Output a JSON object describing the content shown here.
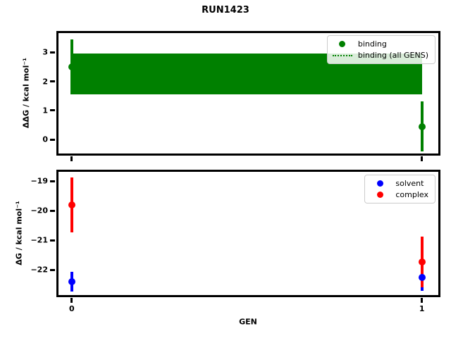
{
  "title": "RUN1423",
  "chart_data": [
    {
      "type": "scatter",
      "ylabel": "ΔΔG / kcal mol⁻¹",
      "xlabel": "",
      "grid": false,
      "legend_position": "top-right",
      "xlim": [
        -0.042,
        1.051
      ],
      "ylim": [
        -0.53,
        3.71
      ],
      "yticks": {
        "values": [
          3,
          2,
          1,
          0
        ],
        "labels": [
          "3",
          "2",
          "1",
          "0"
        ]
      },
      "xticks": {
        "values": [
          0,
          1
        ],
        "labels": [
          "",
          ""
        ]
      },
      "series": [
        {
          "name": "binding",
          "color": "#008000",
          "x": [
            0,
            1
          ],
          "y": [
            2.5,
            0.45
          ],
          "yerr": [
            0.95,
            0.85
          ]
        }
      ],
      "band": {
        "name": "binding (all GENS)",
        "color": "#008000",
        "x1": 0,
        "x2": 1,
        "y1": 1.55,
        "y2": 2.95
      },
      "legend": [
        {
          "label": "binding",
          "glyph": "dot",
          "color": "#008000"
        },
        {
          "label": "binding (all GENS)",
          "glyph": "dotted-line",
          "color": "#008000"
        }
      ]
    },
    {
      "type": "scatter",
      "ylabel": "ΔG / kcal mol⁻¹",
      "xlabel": "GEN",
      "grid": false,
      "legend_position": "top-right",
      "xlim": [
        -0.042,
        1.051
      ],
      "ylim": [
        -22.9,
        -18.64
      ],
      "yticks": {
        "values": [
          -19,
          -20,
          -21,
          -22
        ],
        "labels": [
          "−19",
          "−20",
          "−21",
          "−22"
        ]
      },
      "xticks": {
        "values": [
          0,
          1
        ],
        "labels": [
          "0",
          "1"
        ]
      },
      "series": [
        {
          "name": "solvent",
          "color": "#0000ff",
          "x": [
            0,
            1
          ],
          "y": [
            -22.4,
            -22.25
          ],
          "yerr": [
            0.33,
            0.45
          ]
        },
        {
          "name": "complex",
          "color": "#ff0000",
          "x": [
            0,
            1
          ],
          "y": [
            -19.8,
            -21.73
          ],
          "yerr": [
            0.93,
            0.85
          ]
        }
      ],
      "legend": [
        {
          "label": "solvent",
          "glyph": "dot",
          "color": "#0000ff"
        },
        {
          "label": "complex",
          "glyph": "dot",
          "color": "#ff0000"
        }
      ]
    }
  ]
}
